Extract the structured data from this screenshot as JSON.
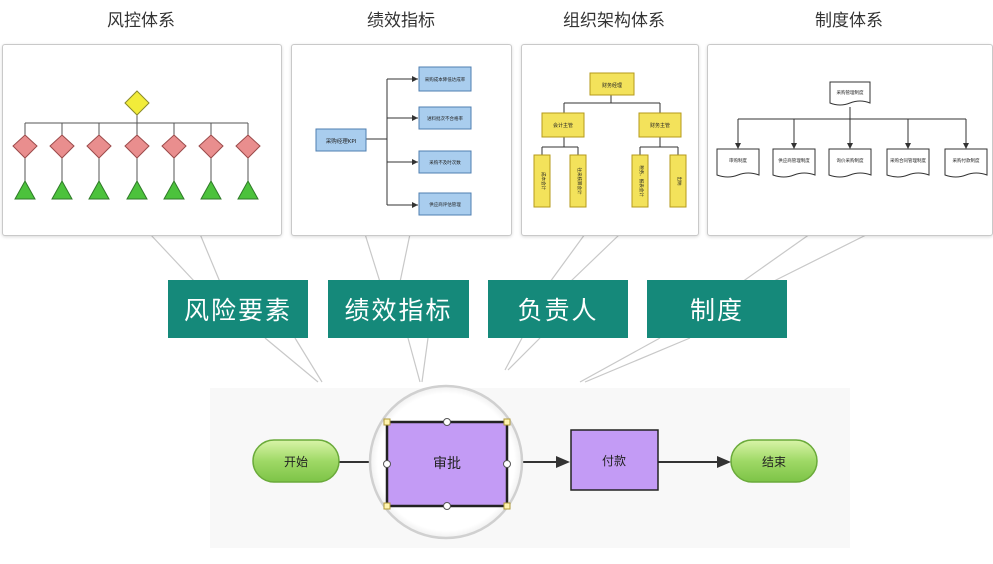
{
  "titles": {
    "risk": "风控体系",
    "kpi": "绩效指标",
    "org": "组织架构体系",
    "system": "制度体系"
  },
  "tags": {
    "risk": "风险要素",
    "kpi": "绩效指标",
    "owner": "负责人",
    "system": "制度"
  },
  "kpi_panel": {
    "root": "采购经理KPI",
    "items": [
      "采购成本降低达成率",
      "进料批次不合格率",
      "采购不及时次数",
      "供应商评估管理"
    ]
  },
  "org_panel": {
    "root": "财务经理",
    "branches": [
      "会计主管",
      "财务主管"
    ],
    "leaves": [
      "成本会计",
      "往来核算会计",
      "税务、报表会计",
      "出纳"
    ]
  },
  "system_panel": {
    "root": "采购管理制度",
    "items": [
      "审购制度",
      "供应商管理制度",
      "询价采购制度",
      "采购合同管理制度",
      "采购付款制度"
    ]
  },
  "risk_panel": {
    "colors": {
      "root": "#f2ec3a",
      "diamond": "#e98e8e",
      "triangle": "#4cc23c"
    }
  },
  "process": {
    "start": "开始",
    "approve": "审批",
    "pay": "付款",
    "end": "结束"
  }
}
